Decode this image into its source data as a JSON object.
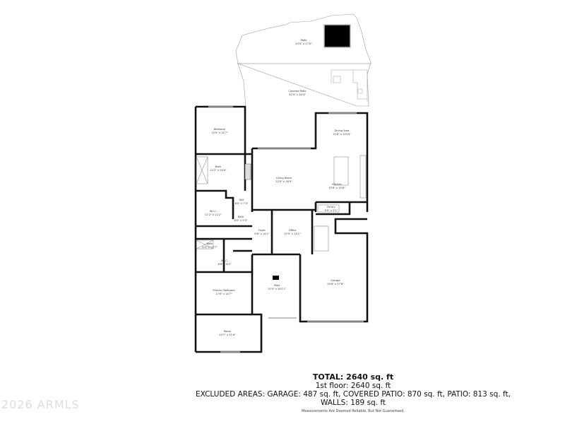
{
  "rooms": {
    "patio_top": {
      "name": "Patio",
      "size": "43'0\" x 17'0\""
    },
    "covered_patio": {
      "name": "Covered Patio",
      "size": "42'0\" x 20'4\""
    },
    "bedroom": {
      "name": "Bedroom",
      "size": "15'0\" x 14'7\""
    },
    "dining": {
      "name": "Dining Area",
      "size": "15'8\" x 10'10\""
    },
    "living": {
      "name": "Living Room",
      "size": "22'0\" x 18'9\""
    },
    "kitchen": {
      "name": "Kitchen",
      "size": "15'8\" x 15'8\""
    },
    "bath1": {
      "name": "Bath",
      "size": "11'2\" x 14'6\""
    },
    "hall": {
      "name": "Hall",
      "size": "6'0\" x 7'3\""
    },
    "wic1": {
      "name": "W.I.C.",
      "size": "11'2\" x 11'2\""
    },
    "bath2": {
      "name": "Bath",
      "size": "8'0\" x 5'3\""
    },
    "pantry": {
      "name": "Pantry",
      "size": "9'0\" x 5'1\""
    },
    "foyer": {
      "name": "Foyer",
      "size": "8'6\" x 14'1\""
    },
    "office": {
      "name": "Office",
      "size": "12'9\" x 14'1\""
    },
    "bath3": {
      "name": "Bath",
      "size": "8'4\" x 13'7\""
    },
    "wic2": {
      "name": "W.I.C.",
      "size": "6'6\" x 6'2\""
    },
    "primary": {
      "name": "Primary Bedroom",
      "size": "17'6\" x 14'7\""
    },
    "patio_front": {
      "name": "Patio",
      "size": "15'0\" x 18'11\""
    },
    "garage": {
      "name": "Garage",
      "size": "20'6\" x 27'8\""
    },
    "room": {
      "name": "Room",
      "size": "20'7\" x 11'6\""
    }
  },
  "summary": {
    "total": "TOTAL: 2640 sq. ft",
    "floor": "1st floor: 2640 sq. ft",
    "excluded": "EXCLUDED AREAS: GARAGE: 487 sq. ft, COVERED PATIO: 870 sq. ft, PATIO: 813 sq. ft,",
    "walls": "WALLS: 189 sq. ft",
    "disclaimer": "Measurements Are Deemed Reliable, But Not Guaranteed."
  },
  "watermark": "2026 ARMLS",
  "colors": {
    "wall": "#111111",
    "outline": "#888888"
  }
}
